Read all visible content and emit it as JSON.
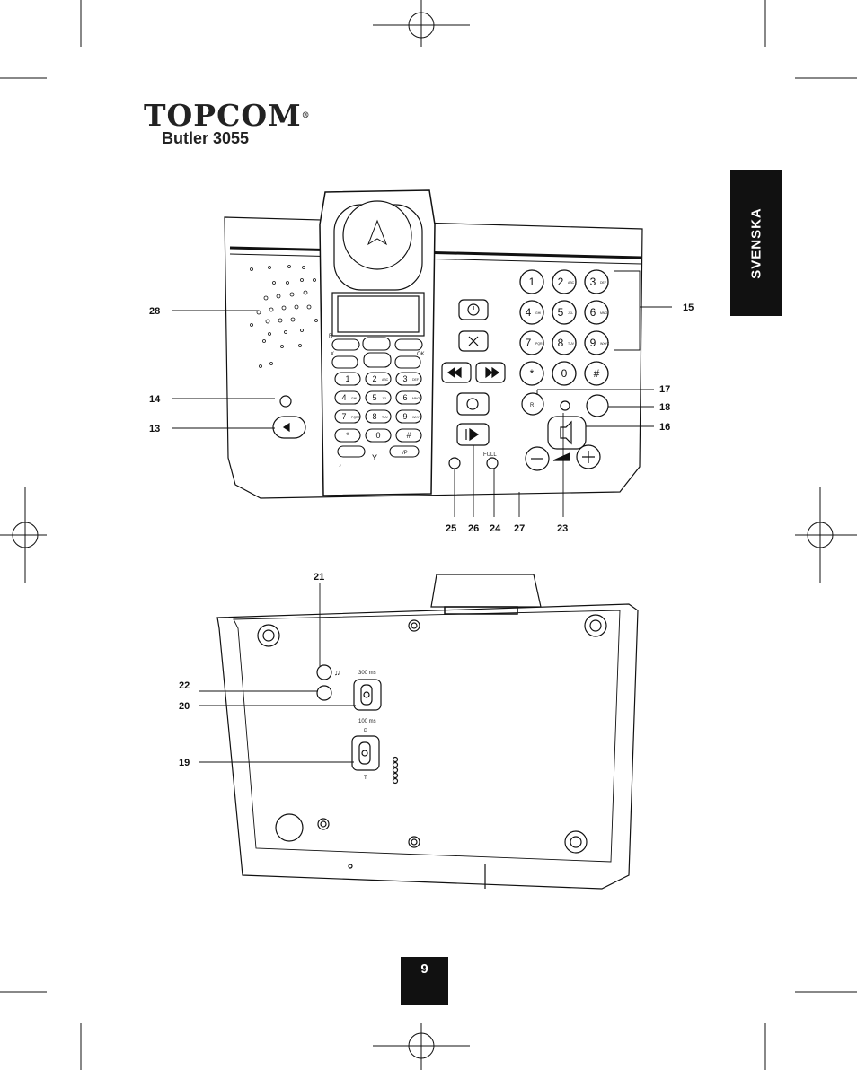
{
  "brand": {
    "logo_text": "TOPCOM",
    "registered_mark": "®",
    "model": "Butler 3055"
  },
  "language_tab": "SVENSKA",
  "page_number": "9",
  "callouts_top": [
    "28",
    "14",
    "13",
    "15",
    "17",
    "18",
    "16",
    "25",
    "26",
    "24",
    "27",
    "23"
  ],
  "callouts_bottom": [
    "21",
    "22",
    "20",
    "19"
  ],
  "base_keypad": [
    "1",
    "2",
    "3",
    "4",
    "5",
    "6",
    "7",
    "8",
    "9",
    "*",
    "0",
    "#"
  ],
  "base_keypad_sub": [
    "",
    "ABC",
    "DEF",
    "GHI",
    "JKL",
    "MNO",
    "PQRS",
    "TUV",
    "WXYZ",
    "",
    "",
    ""
  ],
  "handset_keypad": [
    "1",
    "2",
    "3",
    "4",
    "5",
    "6",
    "7",
    "8",
    "9",
    "*",
    "0",
    "#"
  ],
  "handset_keypad_sub": [
    "",
    "ABC",
    "DEF",
    "GHI",
    "JKL",
    "MNO",
    "PQRS",
    "TUV",
    "WXYZ",
    "",
    "",
    ""
  ],
  "handset_labels": {
    "left_soft": "R",
    "right_soft": "OK",
    "x_label": "X",
    "p_key": "/P"
  },
  "base_labels": {
    "full": "FULL",
    "r_key": "R"
  },
  "bottom_labels": {
    "ms_300": "300 ms",
    "ms_100": "100 ms",
    "pulse": "P",
    "tone": "T"
  }
}
